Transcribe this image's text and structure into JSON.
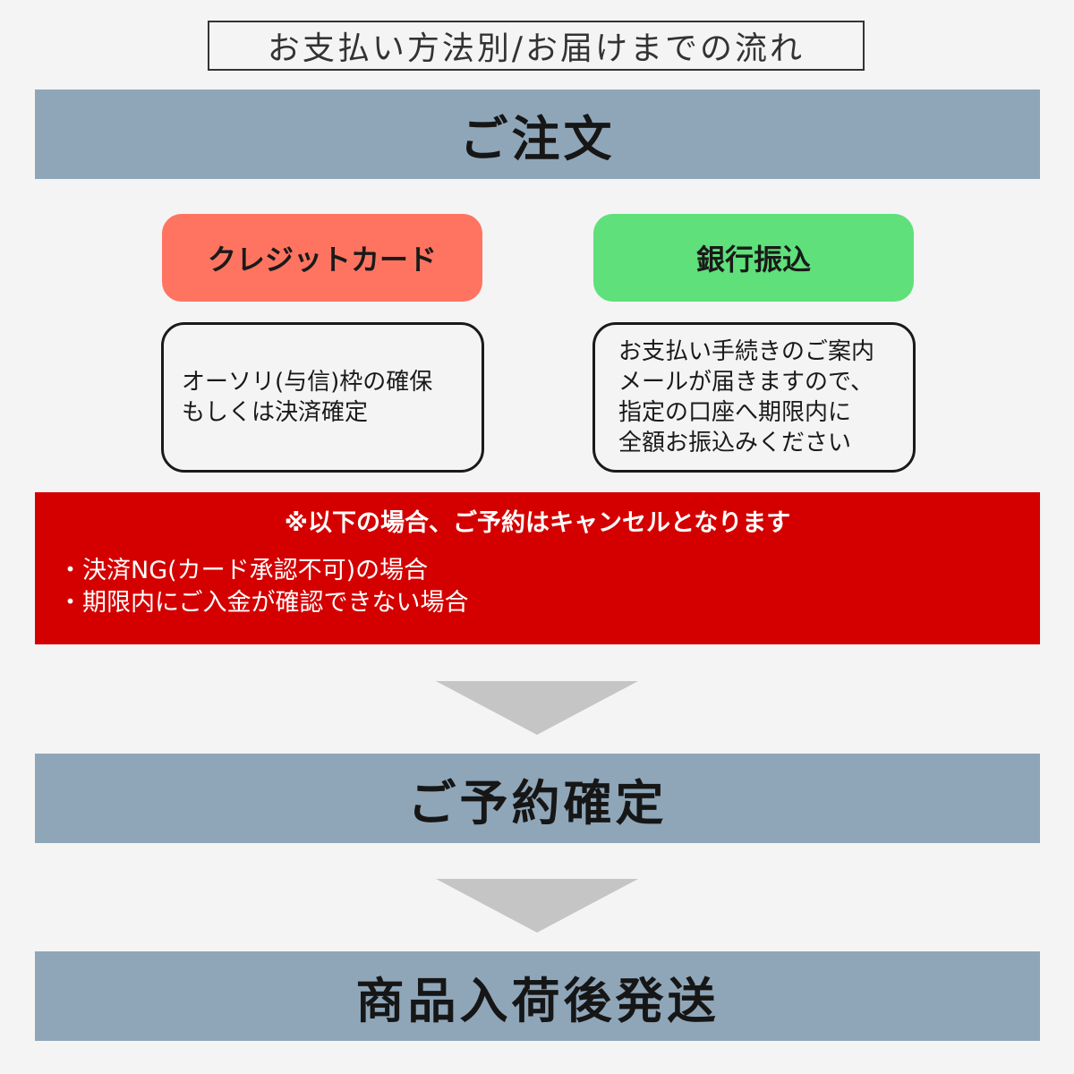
{
  "title": "お支払い方法別/お届けまでの流れ",
  "steps": {
    "order": "ご注文",
    "reservation_confirmed": "ご予約確定",
    "shipping": "商品入荷後発送"
  },
  "payment_methods": {
    "credit_card": {
      "label": "クレジットカード",
      "color": "#ff7460",
      "description": [
        "オーソリ(与信)枠の確保",
        "もしくは決済確定"
      ]
    },
    "bank_transfer": {
      "label": "銀行振込",
      "color": "#5fe07a",
      "description": [
        "お支払い手続きのご案内",
        "メールが届きますので、",
        "指定の口座へ期限内に",
        "全額お振込みください"
      ]
    }
  },
  "cancellation_notice": {
    "title": "※以下の場合、ご予約はキャンセルとなります",
    "items": [
      "決済NG(カード承認不可)の場合",
      "期限内にご入金が確認できない場合"
    ],
    "color": "#d40000"
  },
  "colors": {
    "step_band": "#8fa6b9",
    "arrow": "#c5c5c5",
    "background": "#f4f4f4"
  },
  "icons": {
    "flow_arrow": "down-triangle"
  }
}
